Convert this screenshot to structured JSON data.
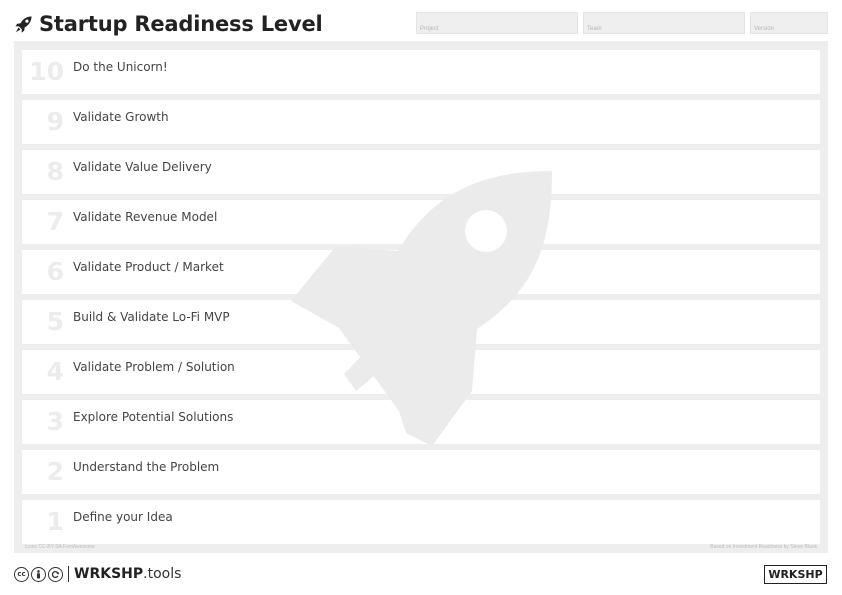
{
  "header": {
    "title": "Startup Readiness Level",
    "icon": "rocket-icon"
  },
  "fields": {
    "project": "Project",
    "team": "Team",
    "version": "Version"
  },
  "levels": [
    {
      "number": "10",
      "label": "Do the Unicorn!"
    },
    {
      "number": "9",
      "label": "Validate Growth"
    },
    {
      "number": "8",
      "label": "Validate Value Delivery"
    },
    {
      "number": "7",
      "label": "Validate Revenue Model"
    },
    {
      "number": "6",
      "label": "Validate Product / Market"
    },
    {
      "number": "5",
      "label": "Build & Validate Lo-Fi MVP"
    },
    {
      "number": "4",
      "label": "Validate Problem / Solution"
    },
    {
      "number": "3",
      "label": "Explore Potential Solutions"
    },
    {
      "number": "2",
      "label": "Understand the Problem"
    },
    {
      "number": "1",
      "label": "Define your Idea"
    }
  ],
  "board_footer": {
    "left": "Icons CC-BY-SA FontAwesome",
    "right": "Based on Investment Readiness by Steve Blank"
  },
  "footer": {
    "license_icons": [
      "cc-icon",
      "by-icon",
      "sa-icon"
    ],
    "brand_strong": "WRKSHP",
    "brand_light": ".tools",
    "badge": "WRKSHP"
  },
  "colors": {
    "board": "#eeeeee",
    "rocket": "#ebebeb",
    "text": "#222222"
  }
}
